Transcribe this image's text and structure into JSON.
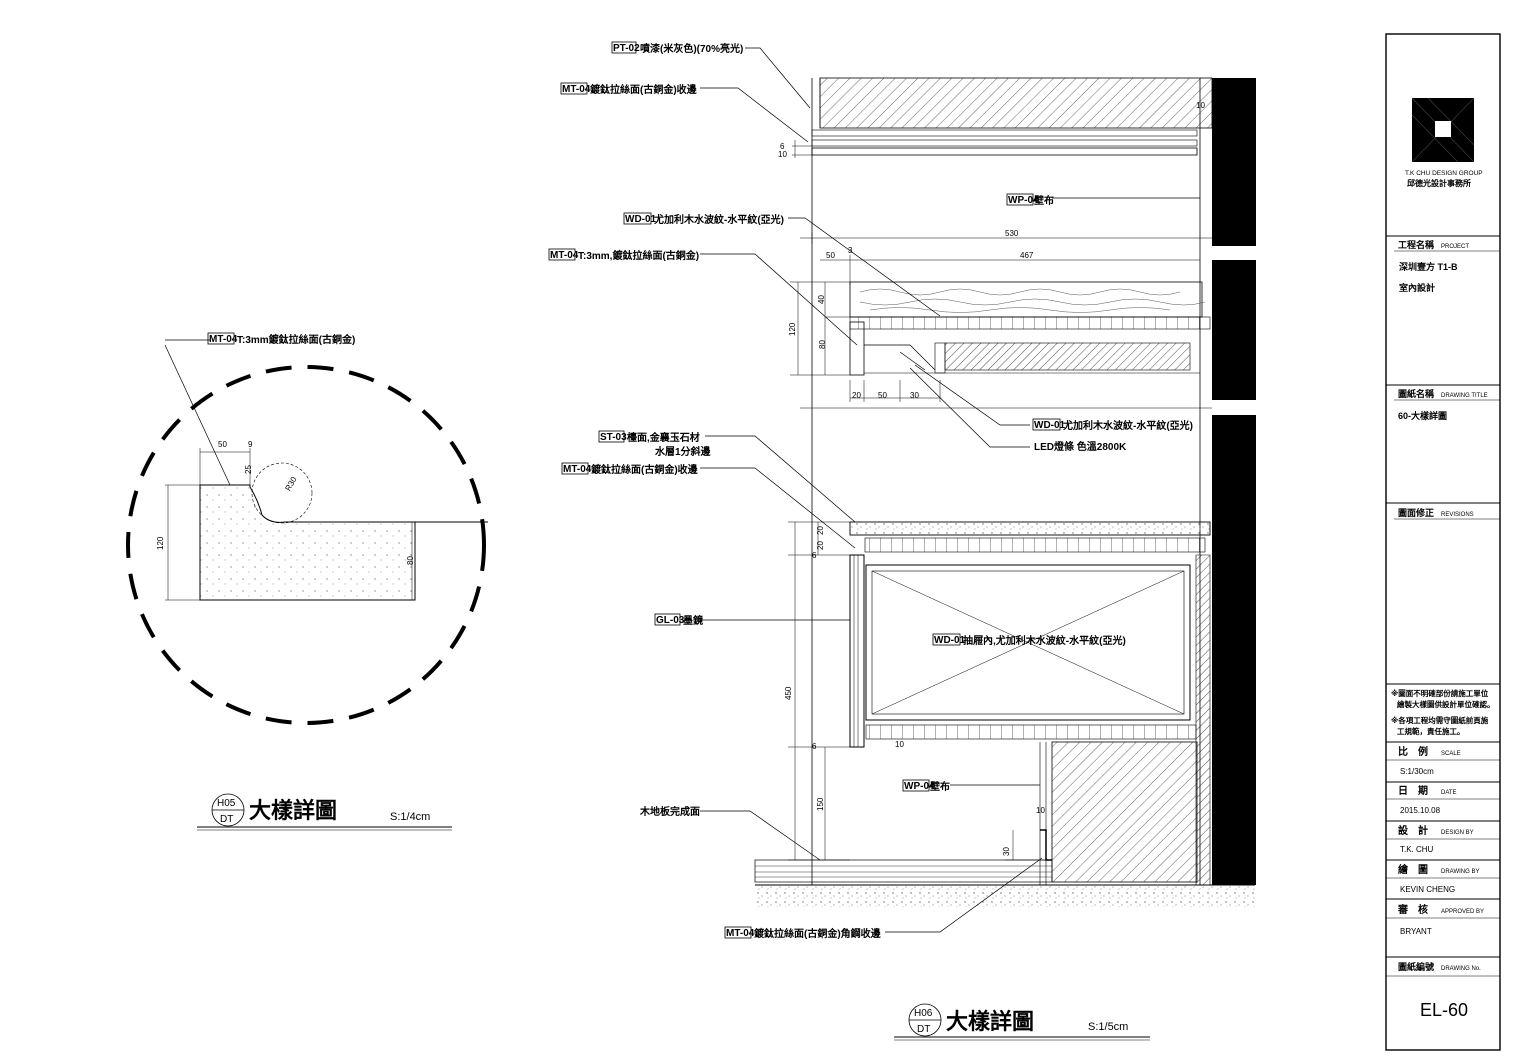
{
  "title_block": {
    "company_en": "T.K CHU DESIGN GROUP",
    "company_cn": "邱德光設計事務所",
    "project_label": "工程名稱",
    "project_label_en": "PROJECT",
    "project_line1": "深圳壹方 T1-B",
    "project_line2": "室內設計",
    "drawing_title_label": "圖紙名稱",
    "drawing_title_label_en": "DRAWING TITLE",
    "drawing_title": "60-大樣詳圖",
    "revisions_label": "圖面修正",
    "revisions_label_en": "REVISIONS",
    "note1_line1": "※圖面不明確部份請施工單位",
    "note1_line2": "繪製大樣圖供設計單位確認。",
    "note2_line1": "※各項工程均需守圖紙前頁施",
    "note2_line2": "工規範，責任施工。",
    "scale_label": "比　例",
    "scale_label_en": "SCALE",
    "scale_value": "S:1/30cm",
    "date_label": "日　期",
    "date_label_en": "DATE",
    "date_value": "2015.10.08",
    "design_label": "設　計",
    "design_label_en": "DESIGN BY",
    "design_value": "T.K. CHU",
    "drawing_label": "繪　圖",
    "drawing_label_en": "DRAWING BY",
    "drawing_value": "KEVIN CHENG",
    "approved_label": "審　核",
    "approved_label_en": "APPROVED BY",
    "approved_value": "BRYANT",
    "number_label": "圖紙編號",
    "number_label_en": "DRAWING No.",
    "number_value": "EL-60"
  },
  "detail_h05": {
    "tag_top": "H05",
    "tag_bottom": "DT",
    "title": "大樣詳圖",
    "scale": "S:1/4cm",
    "callout_code": "MT-04",
    "callout_text": "T:3mm鍍鈦拉絲面(古銅金)",
    "dims": {
      "d50": "50",
      "d9": "9",
      "d25": "25",
      "r30": "R30",
      "d120": "120",
      "d80": "80"
    }
  },
  "detail_h06": {
    "tag_top": "H06",
    "tag_bottom": "DT",
    "title": "大樣詳圖",
    "scale": "S:1/5cm",
    "callouts": {
      "pt02_code": "PT-02",
      "pt02_text": "噴漆(米灰色)(70%亮光)",
      "mt04a_code": "MT-04",
      "mt04a_text": "鍍鈦拉絲面(古銅金)收邊",
      "wp04a_code": "WP-04",
      "wp04a_text": "壁布",
      "wd01a_code": "WD-01",
      "wd01a_text": "尤加利木水波紋-水平紋(亞光)",
      "mt04b_code": "MT-04",
      "mt04b_text": "T:3mm,鍍鈦拉絲面(古銅金)",
      "wd01b_code": "WD-01",
      "wd01b_text": "尤加利木水波紋-水平紋(亞光)",
      "led_text": "LED燈條 色溫2800K",
      "st03_code": "ST-03",
      "st03_text": "檯面,金襄玉石材",
      "st03_text2": "水層1分斜邊",
      "mt04c_code": "MT-04",
      "mt04c_text": "鍍鈦拉絲面(古銅金)收邊",
      "gl03_code": "GL-03",
      "gl03_text": "墨鏡",
      "wd01c_code": "WD-01",
      "wd01c_text": "抽屜內,尤加利木水波紋-水平紋(亞光)",
      "wp04b_code": "WP-04",
      "wp04b_text": "壁布",
      "floor_text": "木地板完成面",
      "mt04d_code": "MT-04",
      "mt04d_text": "鍍鈦拉絲面(古銅金)角鋼收邊"
    },
    "dims": {
      "d6": "6",
      "d10": "10",
      "d10b": "10",
      "d530": "530",
      "d50": "50",
      "d3": "3",
      "d467": "467",
      "d40": "40",
      "d120": "120",
      "d80": "80",
      "d20": "20",
      "d50b": "50",
      "d30": "30",
      "d20b": "20",
      "d20c": "20",
      "d6b": "6",
      "d450": "450",
      "d6c": "6",
      "d10c": "10",
      "d150": "150",
      "d10d": "10",
      "d30b": "30"
    }
  }
}
